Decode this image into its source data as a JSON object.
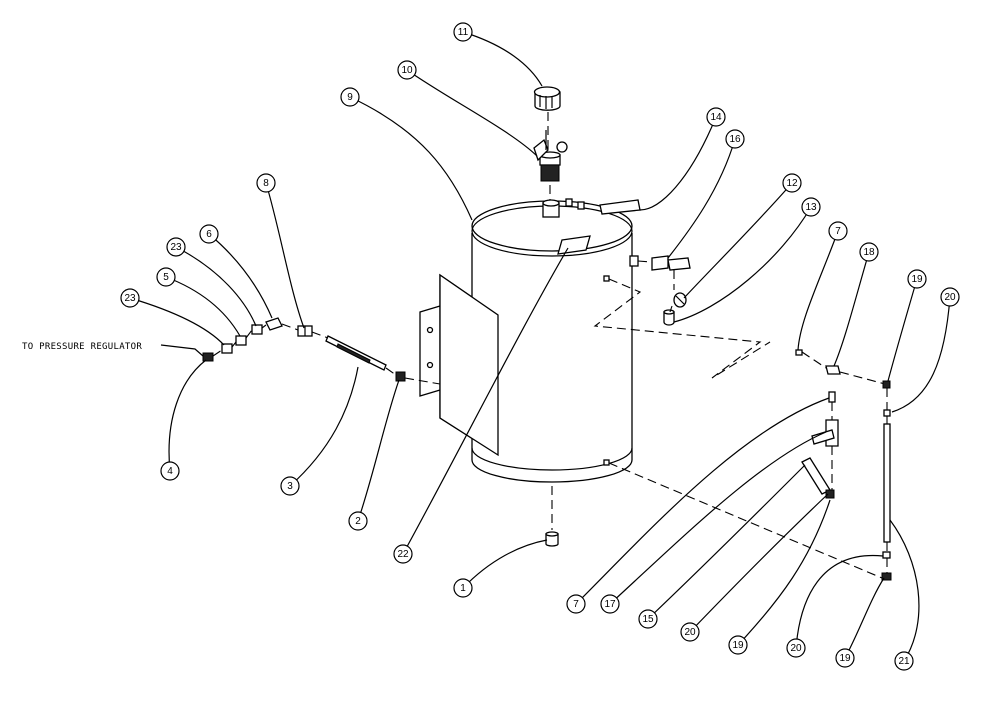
{
  "diagram": {
    "note": "TO PRESSURE REGULATOR",
    "callouts": [
      {
        "id": "c11",
        "label": "11"
      },
      {
        "id": "c10",
        "label": "10"
      },
      {
        "id": "c9",
        "label": "9"
      },
      {
        "id": "c8",
        "label": "8"
      },
      {
        "id": "c6",
        "label": "6"
      },
      {
        "id": "c23a",
        "label": "23"
      },
      {
        "id": "c5",
        "label": "5"
      },
      {
        "id": "c23b",
        "label": "23"
      },
      {
        "id": "c4",
        "label": "4"
      },
      {
        "id": "c3",
        "label": "3"
      },
      {
        "id": "c2",
        "label": "2"
      },
      {
        "id": "c22",
        "label": "22"
      },
      {
        "id": "c1",
        "label": "1"
      },
      {
        "id": "c14",
        "label": "14"
      },
      {
        "id": "c16",
        "label": "16"
      },
      {
        "id": "c12",
        "label": "12"
      },
      {
        "id": "c13",
        "label": "13"
      },
      {
        "id": "c7a",
        "label": "7"
      },
      {
        "id": "c18",
        "label": "18"
      },
      {
        "id": "c19a",
        "label": "19"
      },
      {
        "id": "c20a",
        "label": "20"
      },
      {
        "id": "c7b",
        "label": "7"
      },
      {
        "id": "c17",
        "label": "17"
      },
      {
        "id": "c15",
        "label": "15"
      },
      {
        "id": "c20b",
        "label": "20"
      },
      {
        "id": "c19b",
        "label": "19"
      },
      {
        "id": "c20c",
        "label": "20"
      },
      {
        "id": "c19c",
        "label": "19"
      },
      {
        "id": "c21",
        "label": "21"
      }
    ]
  }
}
